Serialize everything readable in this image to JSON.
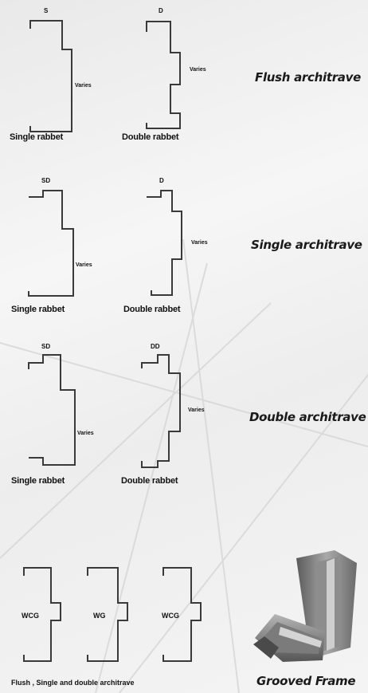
{
  "rows": [
    {
      "title": "Flush architrave",
      "left": {
        "tag": "S",
        "varies": "Varies",
        "rabbet": "Single rabbet"
      },
      "right": {
        "tag": "D",
        "varies": "Varies",
        "rabbet": "Double rabbet"
      }
    },
    {
      "title": "Single architrave",
      "left": {
        "tag": "SD",
        "varies": "Varies",
        "rabbet": "Single rabbet"
      },
      "right": {
        "tag": "D",
        "varies": "Varies",
        "rabbet": "Double rabbet"
      }
    },
    {
      "title": "Double architrave",
      "left": {
        "tag": "SD",
        "varies": "Varies",
        "rabbet": "Single rabbet"
      },
      "right": {
        "tag": "DD",
        "varies": "Varies",
        "rabbet": "Double rabbet"
      }
    }
  ],
  "grooved": {
    "labels": [
      "WCG",
      "WG",
      "WCG"
    ],
    "caption": "Flush , Single and double architrave",
    "title": "Grooved Frame"
  }
}
